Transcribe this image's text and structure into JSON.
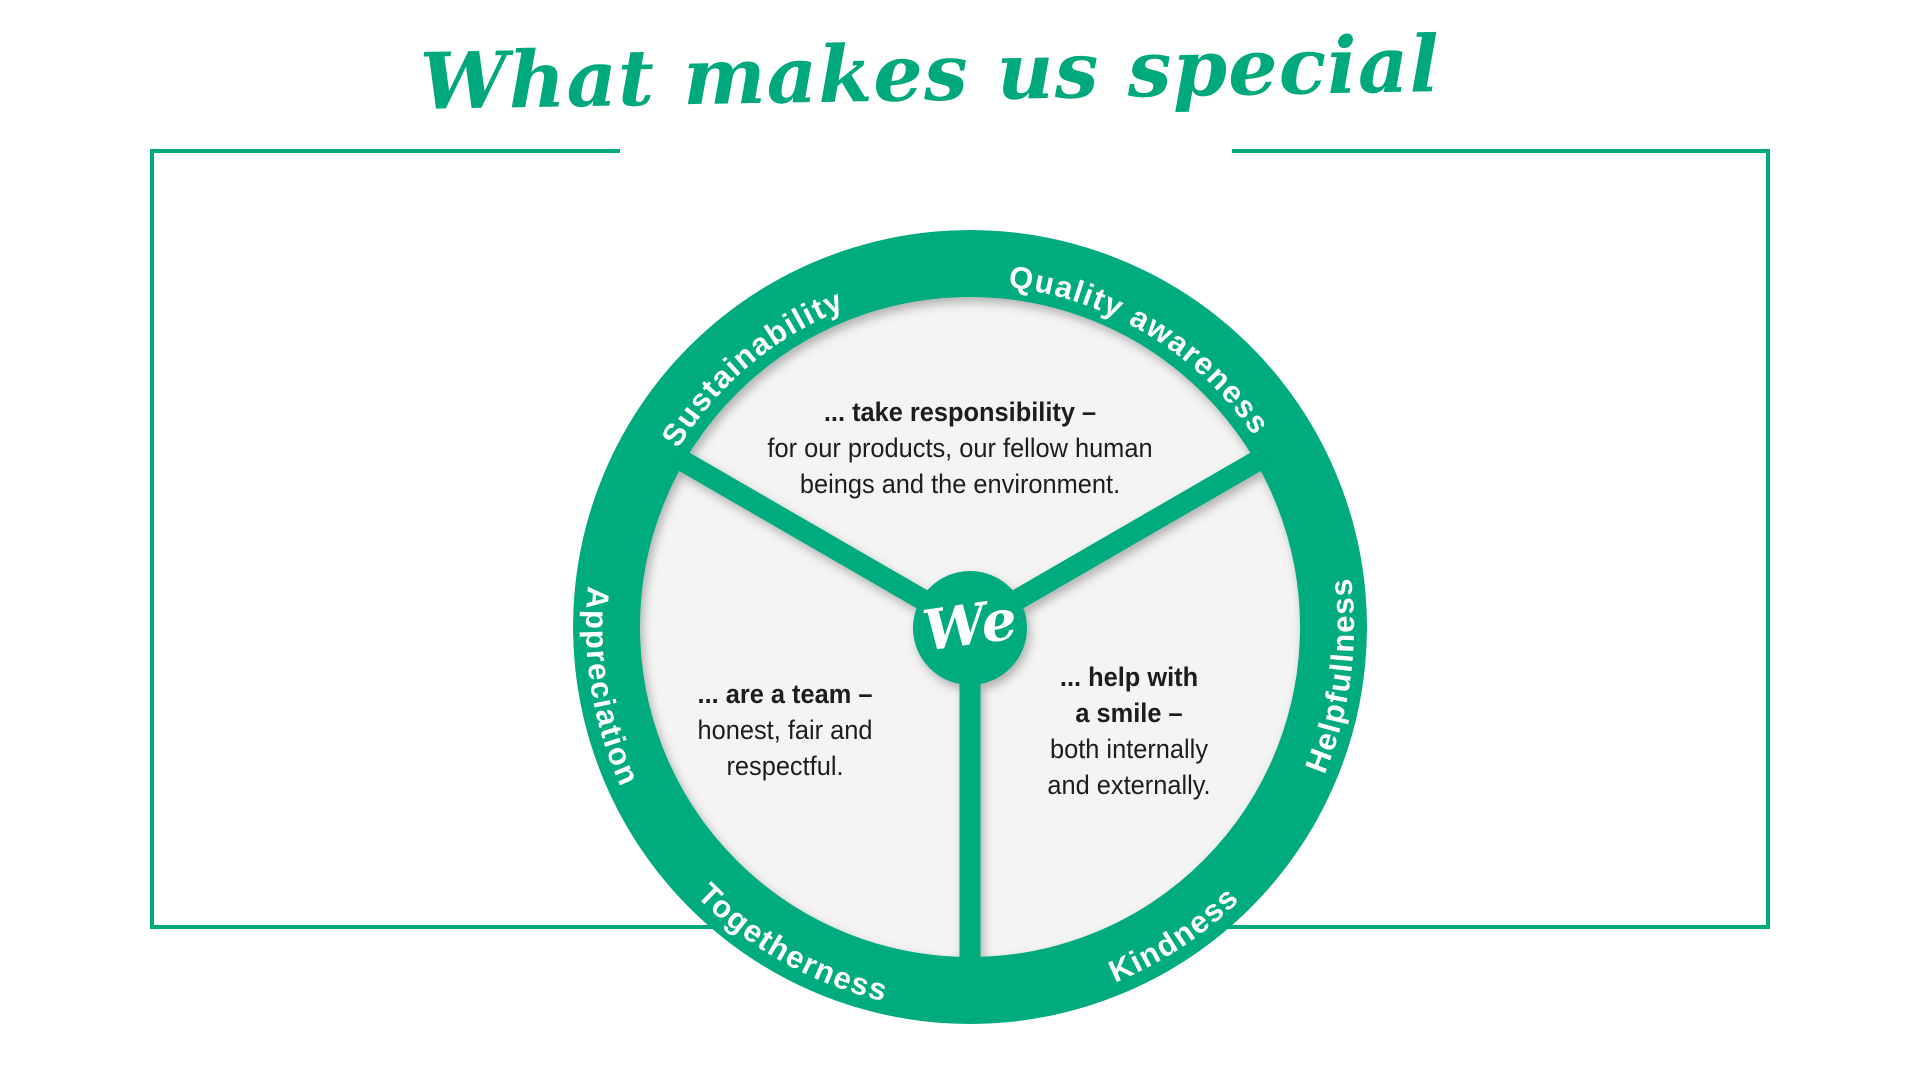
{
  "title": {
    "text": "What makes us special"
  },
  "colors": {
    "accent_green": "#00ab7e",
    "inner_gray": "#f4f4f4",
    "text_dark": "#1d1d1b",
    "label_white": "#ffffff"
  },
  "wheel": {
    "center_label": "We",
    "ring_labels": {
      "sustainability": "Sustainability",
      "quality_awareness": "Quality awareness",
      "helpfullness": "Helpfullness",
      "kindness": "Kindness",
      "togetherness": "Togetherness",
      "appreciation": "Appreciation"
    },
    "segments": {
      "top": {
        "bold": "... take responsibility –",
        "line1": "for our products, our fellow human",
        "line2": "beings and the environment."
      },
      "left": {
        "bold": "... are a team –",
        "line1": "honest, fair and",
        "line2": "respectful."
      },
      "right": {
        "bold1": "... help with",
        "bold2": "a smile –",
        "line1": "both internally",
        "line2": "and externally."
      }
    }
  }
}
